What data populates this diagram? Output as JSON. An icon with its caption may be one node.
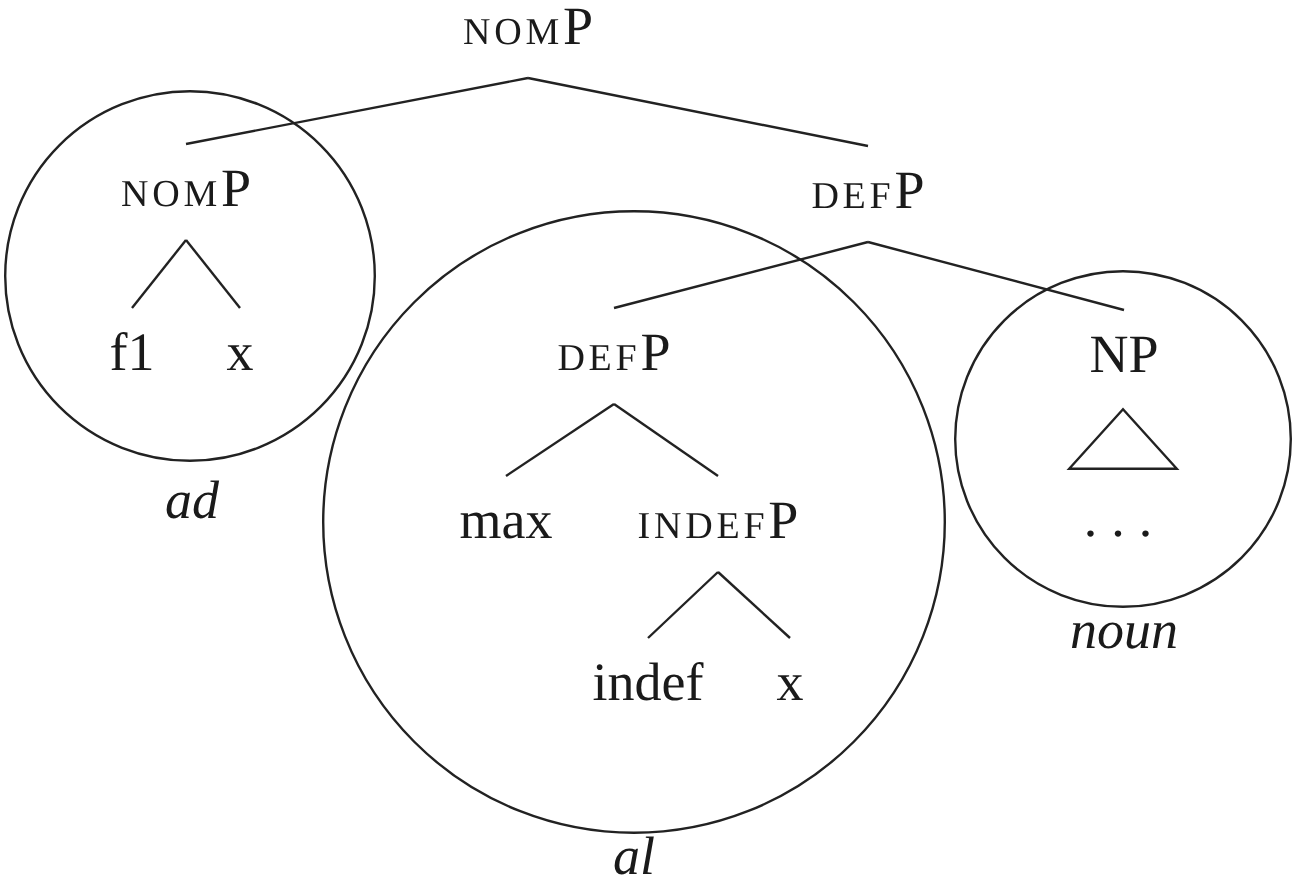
{
  "diagram": {
    "nodes": [
      {
        "text": [
          "nomP"
        ]
      },
      {
        "text": [],
        "shape": "circle",
        "beside": [
          "ad"
        ]
      },
      {
        "text": [
          "nomP"
        ],
        "in": 1
      },
      {
        "text": [
          "f1"
        ],
        "in": 1
      },
      {
        "text": [
          "x"
        ],
        "in": 1
      },
      {
        "text": [
          "defP"
        ]
      },
      {
        "text": [],
        "shape": "circle",
        "beside": [
          "al"
        ]
      },
      {
        "text": [
          "defP"
        ],
        "in": 6
      },
      {
        "text": [
          "max"
        ],
        "in": 6
      },
      {
        "text": [
          "indefP"
        ],
        "in": 6
      },
      {
        "text": [
          "indef"
        ],
        "in": 6
      },
      {
        "text": [
          "x"
        ],
        "in": 6
      },
      {
        "text": [],
        "shape": "circle",
        "beside": [
          "noun"
        ]
      },
      {
        "text": [
          "NP"
        ],
        "in": 12
      },
      {
        "text": [],
        "shape": "triangle",
        "in": 12,
        "beside": [
          "..."
        ]
      }
    ],
    "edges": [
      {
        "from": 0,
        "to": 2,
        "arrow": "none"
      },
      {
        "from": 0,
        "to": 5,
        "arrow": "none"
      },
      {
        "from": 2,
        "to": 3,
        "arrow": "none"
      },
      {
        "from": 2,
        "to": 4,
        "arrow": "none"
      },
      {
        "from": 5,
        "to": 7,
        "arrow": "none"
      },
      {
        "from": 5,
        "to": 13,
        "arrow": "none"
      },
      {
        "from": 7,
        "to": 8,
        "arrow": "none"
      },
      {
        "from": 7,
        "to": 9,
        "arrow": "none"
      },
      {
        "from": 9,
        "to": 10,
        "arrow": "none"
      },
      {
        "from": 9,
        "to": 11,
        "arrow": "none"
      }
    ]
  }
}
